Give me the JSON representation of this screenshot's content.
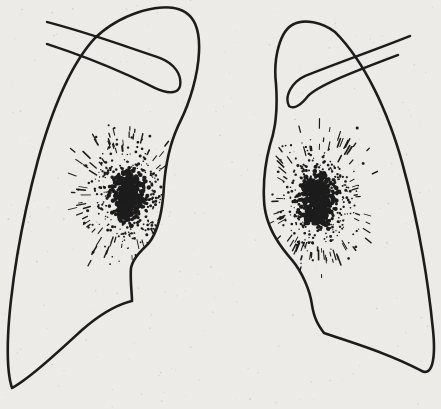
{
  "figure": {
    "paper_color": "#ecebe7",
    "ink_color": "#1c1c1c",
    "subject": "lungs",
    "parts": [
      "left-lung",
      "right-lung",
      "left-clavicle",
      "right-clavicle",
      "left-hilar-shadow",
      "right-hilar-shadow"
    ]
  }
}
